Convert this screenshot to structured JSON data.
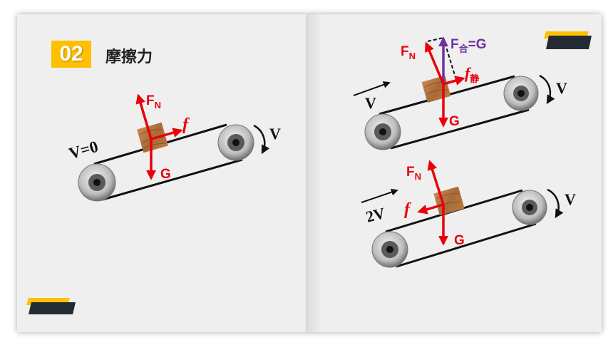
{
  "header": {
    "number": "02",
    "title": "摩擦力"
  },
  "diagram1": {
    "belt_speed": "V=0",
    "pulley_speed": "V",
    "normal_force": "F",
    "normal_sub": "N",
    "friction": "f",
    "gravity": "G"
  },
  "diagram2": {
    "belt_speed": "V",
    "pulley_speed": "V",
    "normal_force": "F",
    "normal_sub": "N",
    "net_force": "F",
    "net_sub": "合",
    "net_eq": "=G",
    "friction": "f",
    "friction_sub": "静",
    "gravity": "G"
  },
  "diagram3": {
    "belt_speed": "2V",
    "pulley_speed": "V",
    "normal_force": "F",
    "normal_sub": "N",
    "friction": "f",
    "gravity": "G"
  },
  "colors": {
    "force_red": "#e8000b",
    "net_purple": "#7030a0",
    "accent_yellow": "#ffc000",
    "accent_dark": "#222a35"
  }
}
